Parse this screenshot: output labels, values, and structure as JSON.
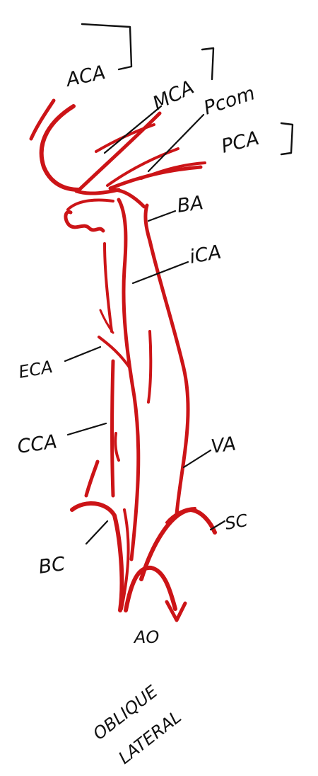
{
  "labels": {
    "aca": "ACA",
    "mca": "MCA",
    "pcom": "Pcom",
    "pca": "PCA",
    "ba": "BA",
    "ica": "iCA",
    "eca": "ECA",
    "cca": "CCA",
    "va": "VA",
    "sc": "SC",
    "bc": "BC",
    "ao": "AO"
  },
  "caption": {
    "line1": "OBLIQUE",
    "line2": "LATERAL"
  },
  "colors": {
    "vessel": "#cc1417",
    "ink": "#111111",
    "background": "#ffffff"
  }
}
